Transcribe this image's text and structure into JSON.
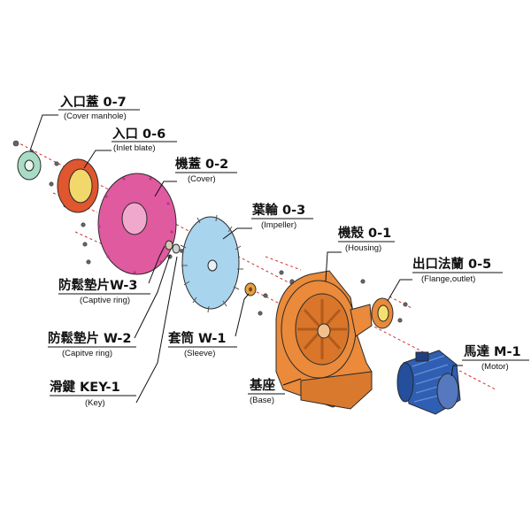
{
  "labels": {
    "cover_manhole": {
      "main": "入口蓋 0-7",
      "sub": "(Cover manhole)"
    },
    "inlet_blate": {
      "main": "入口 0-6",
      "sub": "(Inlet blate)"
    },
    "cover": {
      "main": "機蓋 0-2",
      "sub": "(Cover)"
    },
    "impeller": {
      "main": "葉輪 0-3",
      "sub": "(Impeller)"
    },
    "housing": {
      "main": "機殼 0-1",
      "sub": "(Housing)"
    },
    "flange_outlet": {
      "main": "出口法蘭 0-5",
      "sub": "(Flange,outlet)"
    },
    "captive_ring_3": {
      "main": "防鬆墊片W-3",
      "sub": "(Captive ring)"
    },
    "captive_ring_2": {
      "main": "防鬆墊片 W-2",
      "sub": "(Capitve ring)"
    },
    "sleeve": {
      "main": "套筒 W-1",
      "sub": "(Sleeve)"
    },
    "key": {
      "main": "滑鍵 KEY-1",
      "sub": "(Key)"
    },
    "base": {
      "main": "基座",
      "sub": "(Base)"
    },
    "motor": {
      "main": "馬達 M-1",
      "sub": "(Motor)"
    }
  },
  "colors": {
    "cover_manhole": "#a8dcc6",
    "inlet_blate": "#e0562e",
    "cover": "#e05aa0",
    "impeller": "#a8d4ee",
    "housing": "#ea8a3a",
    "flange": "#e88a3a",
    "motor": "#2f5fb4",
    "axis": "#d0302a"
  }
}
